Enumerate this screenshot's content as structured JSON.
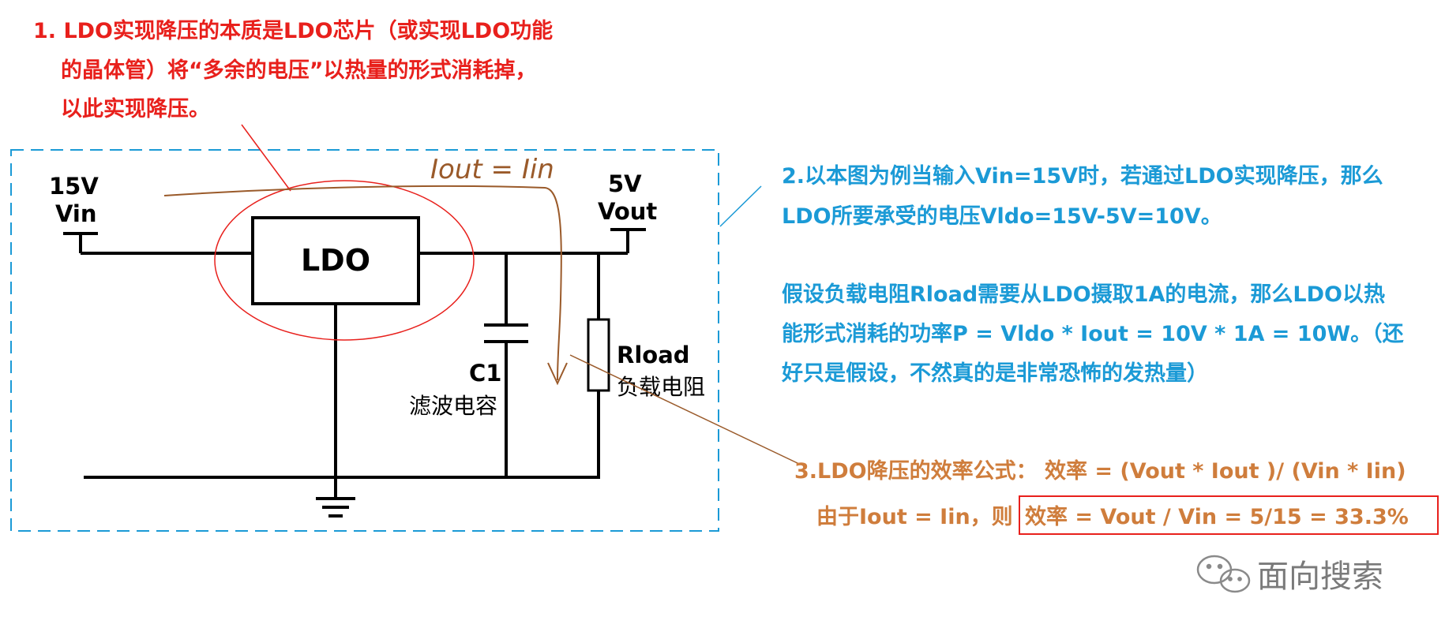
{
  "note1": {
    "lines": [
      "1. LDO实现降压的本质是LDO芯片（或实现LDO功能",
      "的晶体管）将“多余的电压”以热量的形式消耗掉，",
      "以此实现降压。"
    ],
    "color": "#e8201c"
  },
  "note2": {
    "lines": [
      "2.以本图为例当输入Vin=15V时，若通过LDO实现降压，那么",
      "LDO所要承受的电压Vldo=15V-5V=10V。",
      "假设负载电阻Rload需要从LDO摄取1A的电流，那么LDO以热",
      "能形式消耗的功率P = Vldo * Iout = 10V * 1A = 10W。（还",
      "好只是假设，不然真的是非常恐怖的发热量）"
    ],
    "color": "#1b9ad6"
  },
  "note3": {
    "line1": "3.LDO降压的效率公式： 效率 = (Vout * Iout )/ (Vin * Iin)",
    "line2_prefix": "由于Iout = Iin，则 ",
    "line2_boxed": "效率 = Vout / Vin = 5/15 = 33.3%",
    "color": "#cf7d3c",
    "box_color": "#e8201c"
  },
  "circuit": {
    "vin_voltage": "15V",
    "vin_label": "Vin",
    "vout_voltage": "5V",
    "vout_label": "Vout",
    "ldo_label": "LDO",
    "cap_name": "C1",
    "cap_desc": "滤波电容",
    "load_name": "Rload",
    "load_desc": "负载电阻",
    "current_annotation": "Iout = Iin"
  },
  "watermark": {
    "text": "面向搜索",
    "icon": "wechat-icon"
  },
  "colors": {
    "frame": "#1b9ad6",
    "wire": "#000000",
    "ldo_circle": "#e8201c",
    "annotation_brown": "#9a5a2a"
  }
}
